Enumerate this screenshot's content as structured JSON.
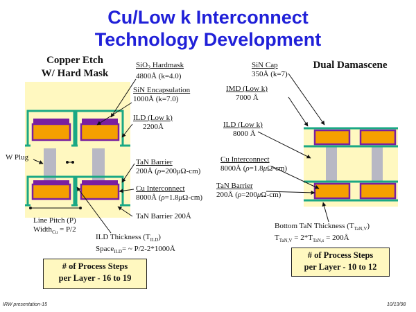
{
  "title": {
    "line1": "Cu/Low k Interconnect",
    "line2": "Technology Development"
  },
  "left": {
    "heading1": "Copper Etch",
    "heading2": "W/ Hard Mask",
    "hardmask": {
      "name_pre": "SiO",
      "name_sub": "2",
      "name_post": " Hardmask",
      "value": "4800Å (k=4.0)"
    },
    "encapsulation": {
      "name": "SiN Encapsulation",
      "value": "1000Å (k=7.0)"
    },
    "ild": {
      "name": "ILD (Low k)",
      "value": "2200Å"
    },
    "wplug": "W Plug",
    "tan_barrier": {
      "name": "TaN Barrier",
      "value_pre": "200Å (",
      "rho": "ρ",
      "value_mid": "=200",
      "mu": "μ",
      "value_post": "Ω-cm)"
    },
    "cu_interconnect": {
      "name": "Cu Interconnect",
      "value_pre": "8000Å (",
      "rho": "ρ",
      "value_mid": "=1.8",
      "mu": "μ",
      "value_post": "Ω-cm)"
    },
    "tan_barrier_bottom": "TaN Barrier 200Å",
    "line_pitch": "Line Pitch (P)",
    "width": {
      "pre": "Width",
      "sub": "Cu",
      "post": " = P/2"
    },
    "ild_thickness": {
      "pre": "ILD Thickness (T",
      "sub": "ILD",
      "post": ")"
    },
    "space": {
      "pre": "Space",
      "sub": "ILD",
      "post": "= ~ P/2-2*1000Å"
    },
    "steps_line1": "# of Process Steps",
    "steps_line2": "per Layer - 16 to 19"
  },
  "right": {
    "heading": "Dual Damascene",
    "sin_cap": {
      "name": "SiN Cap",
      "value": "350Å (k=7)"
    },
    "imd": {
      "name": "IMD (Low k)",
      "value": "7000 Å"
    },
    "ild": {
      "name": "ILD (Low k)",
      "value": "8000 Å"
    },
    "cu_interconnect": {
      "name": "Cu Interconnect",
      "value_pre": "8000Å (",
      "rho": "ρ",
      "value_mid": "=1.8",
      "mu": "μ",
      "value_post": "Ω-cm)"
    },
    "tan_barrier": {
      "name": "TaN Barrier",
      "value_pre": "200Å (",
      "rho": "ρ",
      "value_mid": "=200",
      "mu": "μ",
      "value_post": "Ω-cm)"
    },
    "bottom_tan": {
      "pre": "Bottom TaN Thickness (T",
      "sub": "TaN,V",
      "post": ")"
    },
    "bottom_tan_eq": {
      "t1": "T",
      "s1": "TaN,V",
      "mid": " = 2*T",
      "s2": "TaN,s",
      "post": " = 200Å"
    },
    "steps_line1": "# of Process Steps",
    "steps_line2": "per Layer - 10 to 12"
  },
  "footer": {
    "left": "IRW presentation-15",
    "right": "10/13/98"
  },
  "colors": {
    "title": "#2020d8",
    "background_fill": "#fff8c0",
    "cap_green": "#1aa884",
    "cu_orange": "#f5a000",
    "barrier_purple": "#7a1fa0",
    "plug_gray": "#b8b8c4"
  }
}
